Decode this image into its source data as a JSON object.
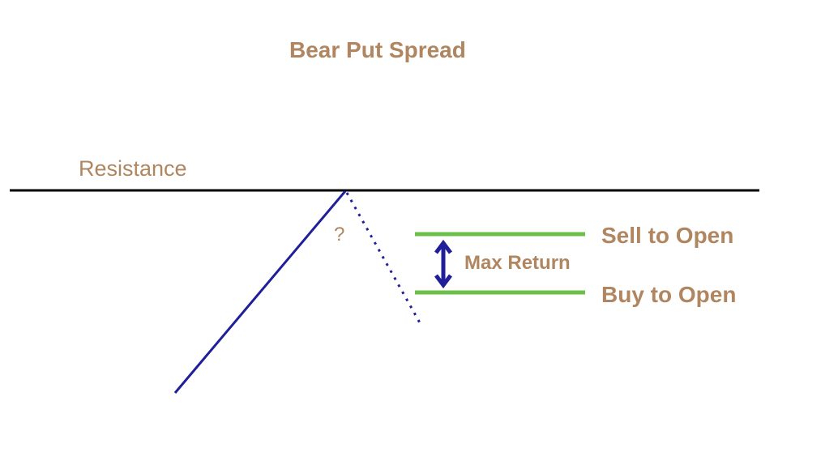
{
  "title": "Bear Put Spread",
  "resistance": "Resistance",
  "question": "?",
  "sell": "Sell to Open",
  "buy": "Buy to Open",
  "max_return": "Max Return",
  "colors": {
    "text": "#b08660",
    "line": "#1f1f9a",
    "green": "#6cc04a"
  }
}
